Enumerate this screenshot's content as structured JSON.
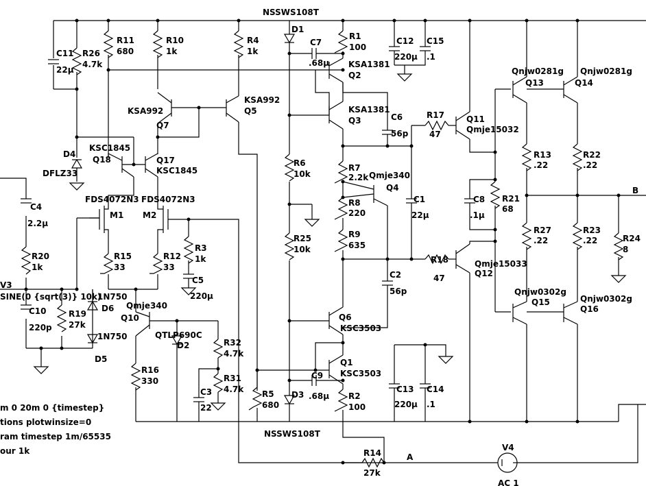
{
  "labels": {
    "net_top": "NSSWS108T",
    "net_bottom": "NSSWS108T",
    "node_a": "A",
    "node_b": "B",
    "r11": "R11",
    "r11_v": "680",
    "r10": "R10",
    "r10_v": "1k",
    "r4": "R4",
    "r4_v": "1k",
    "r1": "R1",
    "r1_v": "100",
    "r26": "R26",
    "r26_v": "4.7k",
    "c11": "C11",
    "c11_v": "22µ",
    "d1": "D1",
    "c7": "C7",
    "c7_v": ".68µ",
    "c12": "C12",
    "c12_v": "220µ",
    "c15": "C15",
    "c15_v": ".1",
    "q2_type": "KSA1381",
    "q2": "Q2",
    "q3_type": "KSA1381",
    "q3": "Q3",
    "q7_type": "KSA992",
    "q7": "Q7",
    "q5_type": "KSA992",
    "q5": "Q5",
    "q13_type": "Qnjw0281g",
    "q13": "Q13",
    "q14_type": "Qnjw0281g",
    "q14": "Q14",
    "c6": "C6",
    "c6_v": "56p",
    "r17": "R17",
    "r17_v": "47",
    "q11": "Q11",
    "q11_type": "Qmje15032",
    "d4": "D4",
    "d4_type": "DFLZ33",
    "q18_type": "KSC1845",
    "q18": "Q18",
    "q17": "Q17",
    "q17_type": "KSC1845",
    "r6": "R6",
    "r6_v": "10k",
    "r7": "R7",
    "r7_v": "2.2k",
    "q4_type": "Qmje340",
    "q4": "Q4",
    "r13": "R13",
    "r13_v": ".22",
    "r22": "R22",
    "r22_v": ".22",
    "m1_type": "FDS4072N3",
    "m1": "M1",
    "m2_type": "FDS4072N3",
    "m2": "M2",
    "c4": "C4",
    "c4_v": "2.2µ",
    "r8": "R8",
    "r8_v": "220",
    "c1": "C1",
    "c1_v": "22µ",
    "c8": "C8",
    "c8_v": ".1µ",
    "r21": "R21",
    "r21_v": "68",
    "r9": "R9",
    "r9_v": "635",
    "r27": "R27",
    "r27_v": ".22",
    "r23": "R23",
    "r23_v": ".22",
    "r24": "R24",
    "r24_v": "8",
    "r25": "R25",
    "r25_v": "10k",
    "r3": "R3",
    "r3_v": "1k",
    "r20": "R20",
    "r20_v": "1k",
    "r15": "R15",
    "r15_v": "33",
    "r12": "R12",
    "r12_v": "33",
    "r18": "R18",
    "r18_v": "47",
    "q12_type": "Qmje15033",
    "q12": "Q12",
    "v3": "V3",
    "v3_src": "SINE(0 {sqrt(3)} 10k)",
    "c5": "C5",
    "c5_v": "220µ",
    "d6_type": "1N750",
    "d6": "D6",
    "c2": "C2",
    "c2_v": "56p",
    "q15_type": "Qnjw0302g",
    "q15": "Q15",
    "q16_type": "Qnjw0302g",
    "q16": "Q16",
    "q10_type": "Qmje340",
    "q10": "Q10",
    "c10": "C10",
    "c10_v": "220p",
    "r19": "R19",
    "r19_v": "27k",
    "q6": "Q6",
    "q6_type": "KSC3503",
    "d2_type": "QTLP690C",
    "d2": "D2",
    "r32": "R32",
    "r32_v": "4.7k",
    "d5_type": "1N750",
    "d5": "D5",
    "q1": "Q1",
    "q1_type": "KSC3503",
    "r16": "R16",
    "r16_v": "330",
    "r31": "R31",
    "r31_v": "4.7k",
    "c9": "C9",
    "c9_v": ".68µ",
    "c13": "C13",
    "c13_v": "220µ",
    "c14": "C14",
    "c14_v": ".1",
    "c3": "C3",
    "c3_v": "22",
    "r5": "R5",
    "r5_v": "680",
    "d3": "D3",
    "r2": "R2",
    "r2_v": "100",
    "r14": "R14",
    "r14_v": "27k",
    "v4": "V4",
    "v4_v": "AC 1"
  },
  "directives": [
    "m 0 20m 0 {timestep}",
    "tions plotwinsize=0",
    "ram timestep 1m/65535",
    "our 1k"
  ]
}
